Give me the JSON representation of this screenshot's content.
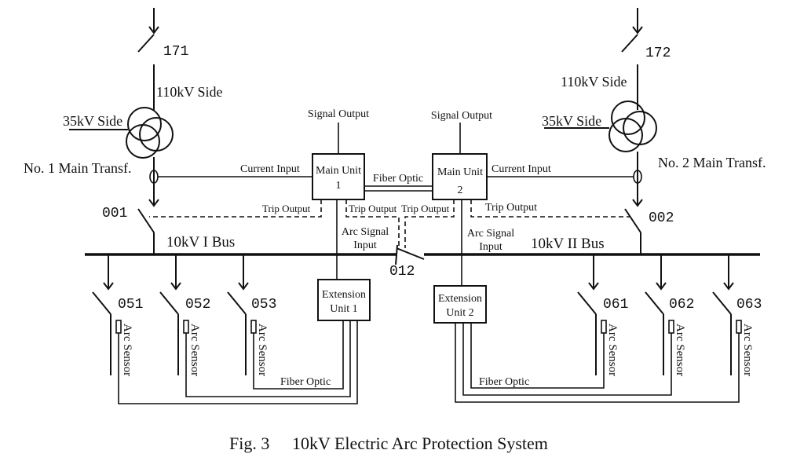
{
  "caption": {
    "fig": "Fig. 3",
    "title": "10kV Electric Arc Protection System"
  },
  "switches": {
    "s171": "171",
    "s172": "172",
    "s001": "001",
    "s002": "002",
    "s012": "012",
    "s051": "051",
    "s052": "052",
    "s053": "053",
    "s061": "061",
    "s062": "062",
    "s063": "063"
  },
  "transformers": {
    "t1": {
      "name": "No. 1 Main Transf.",
      "hv": "110kV Side",
      "mv": "35kV Side"
    },
    "t2": {
      "name": "No. 2 Main Transf.",
      "hv": "110kV Side",
      "mv": "35kV Side"
    }
  },
  "buses": {
    "b1": "10kV I Bus",
    "b2": "10kV II Bus"
  },
  "units": {
    "main1": {
      "line1": "Main Unit",
      "line2": "1"
    },
    "main2": {
      "line1": "Main Unit",
      "line2": "2"
    },
    "ext1": {
      "line1": "Extension",
      "line2": "Unit 1"
    },
    "ext2": {
      "line1": "Extension",
      "line2": "Unit 2"
    }
  },
  "labels": {
    "signal_output": "Signal Output",
    "current_input": "Current Input",
    "fiber_optic": "Fiber Optic",
    "trip_output": "Trip Output",
    "arc_signal": "Arc Signal",
    "input": "Input",
    "arc_sensor": "Arc Sensor"
  }
}
